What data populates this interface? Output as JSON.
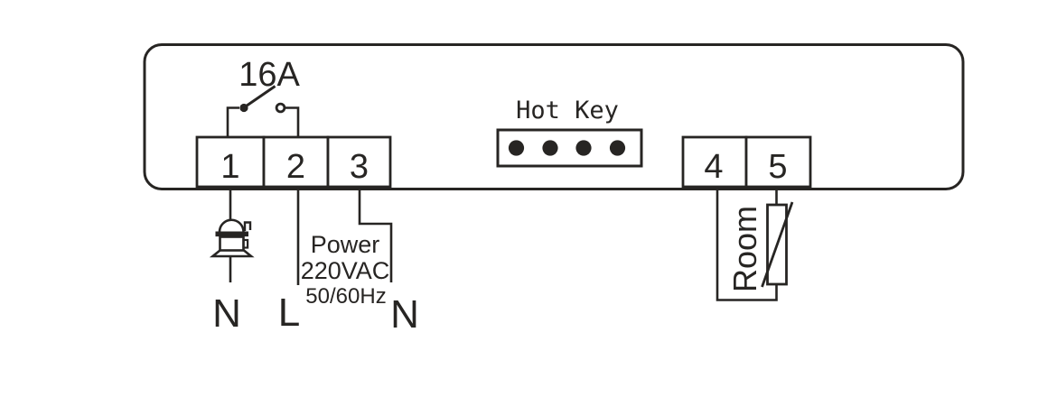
{
  "diagram": {
    "relay": {
      "rating_label": "16A"
    },
    "hot_key": {
      "label": "Hot Key",
      "pin_count": "4"
    },
    "terminals": [
      {
        "number": "1"
      },
      {
        "number": "2"
      },
      {
        "number": "3"
      },
      {
        "number": "4"
      },
      {
        "number": "5"
      }
    ],
    "wires": {
      "compressor_neutral_label": "N",
      "live_label": "L",
      "power_neutral_label": "N"
    },
    "power_spec": {
      "line1": "Power",
      "line2": "220VAC",
      "line3": "50/60Hz"
    },
    "sensor": {
      "label": "Room"
    },
    "icons": {
      "relay_switch": "relay-switch-icon",
      "compressor": "compressor-icon",
      "room_sensor": "thermistor-icon",
      "hot_key_pins": "connector-4pin-icon"
    },
    "colors": {
      "ink": "#272523",
      "background": "#ffffff"
    }
  }
}
